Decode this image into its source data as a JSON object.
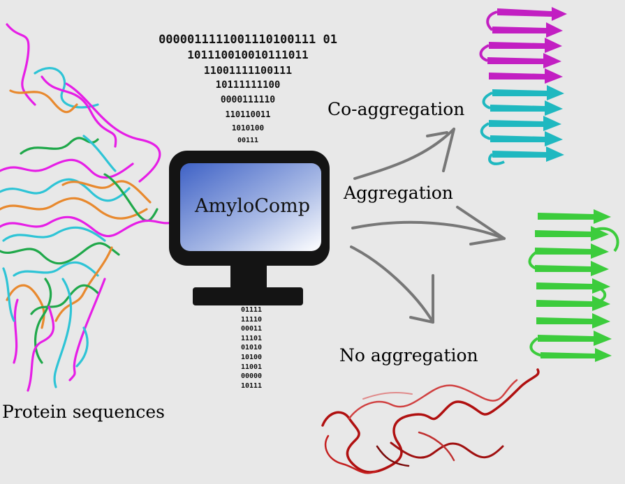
{
  "labels": {
    "co_aggregation": "Co-aggregation",
    "aggregation": "Aggregation",
    "no_aggregation": "No aggregation",
    "protein_sequences": "Protein sequences",
    "screen_title": "AmyloComp"
  },
  "binary_top": [
    "0000011111001110100111 01",
    "101110010010111011",
    "11001111100111",
    "10111111100",
    "0000111110",
    "110110011",
    "1010100",
    "00111"
  ],
  "binary_bottom": [
    "01111",
    "11110",
    "00011",
    "11101",
    "01010",
    "10100",
    "11001",
    "00000",
    "10111"
  ],
  "colors": {
    "background": "#e8e8e8",
    "magenta": "#e61ee6",
    "cyan": "#2ec4d6",
    "orange": "#e8892e",
    "green": "#1fa84a",
    "arrow": "#777777",
    "monitor": "#141414",
    "fibril_magenta": "#c21fc2",
    "fibril_cyan": "#1fb8c0",
    "fibril_green": "#3ccc3c",
    "unfolded": "#b01010"
  }
}
